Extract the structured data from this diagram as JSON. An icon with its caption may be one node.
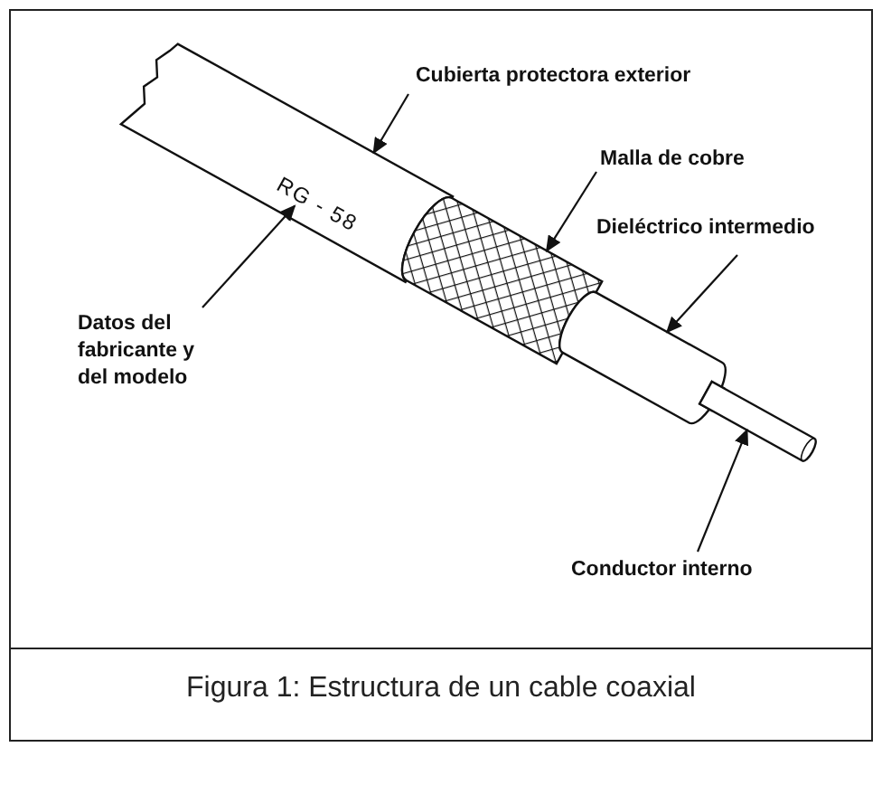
{
  "diagram": {
    "caption": "Figura 1: Estructura de un cable coaxial",
    "nodes": [
      {
        "text": [
          "Cubierta protectora exterior"
        ]
      },
      {
        "text": [],
        "shape": "cylinder"
      },
      {
        "text": [
          "Malla de cobre"
        ]
      },
      {
        "text": [],
        "shape": "cylinder"
      },
      {
        "text": [
          "Dieléctrico intermedio"
        ]
      },
      {
        "text": [],
        "shape": "cylinder"
      },
      {
        "text": [
          "Datos del fabricante y del modelo"
        ]
      },
      {
        "text": [
          "RG - 58"
        ],
        "in": 1
      },
      {
        "text": [
          "Conductor interno"
        ]
      },
      {
        "text": [],
        "shape": "cylinder"
      }
    ],
    "edges": [
      {
        "from": 0,
        "to": 1,
        "arrow": "to"
      },
      {
        "from": 2,
        "to": 3,
        "arrow": "to"
      },
      {
        "from": 4,
        "to": 5,
        "arrow": "to"
      },
      {
        "from": 6,
        "to": 7,
        "arrow": "to"
      },
      {
        "from": 8,
        "to": 9,
        "arrow": "to"
      }
    ]
  }
}
